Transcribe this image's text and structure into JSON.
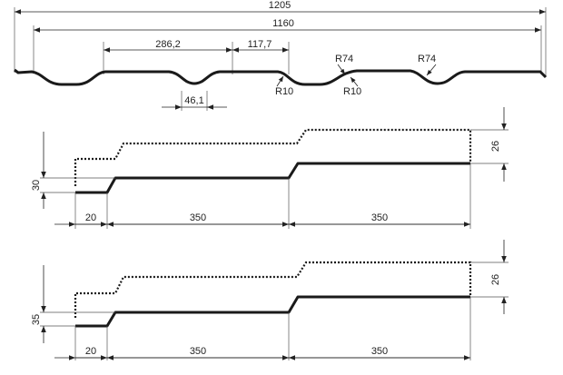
{
  "top_profile": {
    "overall_width": "1205",
    "effective_width": "1160",
    "wave_pitch": "286,2",
    "crest_width": "117,7",
    "trough_width": "46,1",
    "radius_large_1": "R74",
    "radius_large_2": "R74",
    "radius_small_1": "R10",
    "radius_small_2": "R10"
  },
  "step_profile_1": {
    "height": "30",
    "step_height": "26",
    "start_length": "20",
    "step_length_1": "350",
    "step_length_2": "350"
  },
  "step_profile_2": {
    "height": "35",
    "step_height": "26",
    "start_length": "20",
    "step_length_1": "350",
    "step_length_2": "350"
  }
}
